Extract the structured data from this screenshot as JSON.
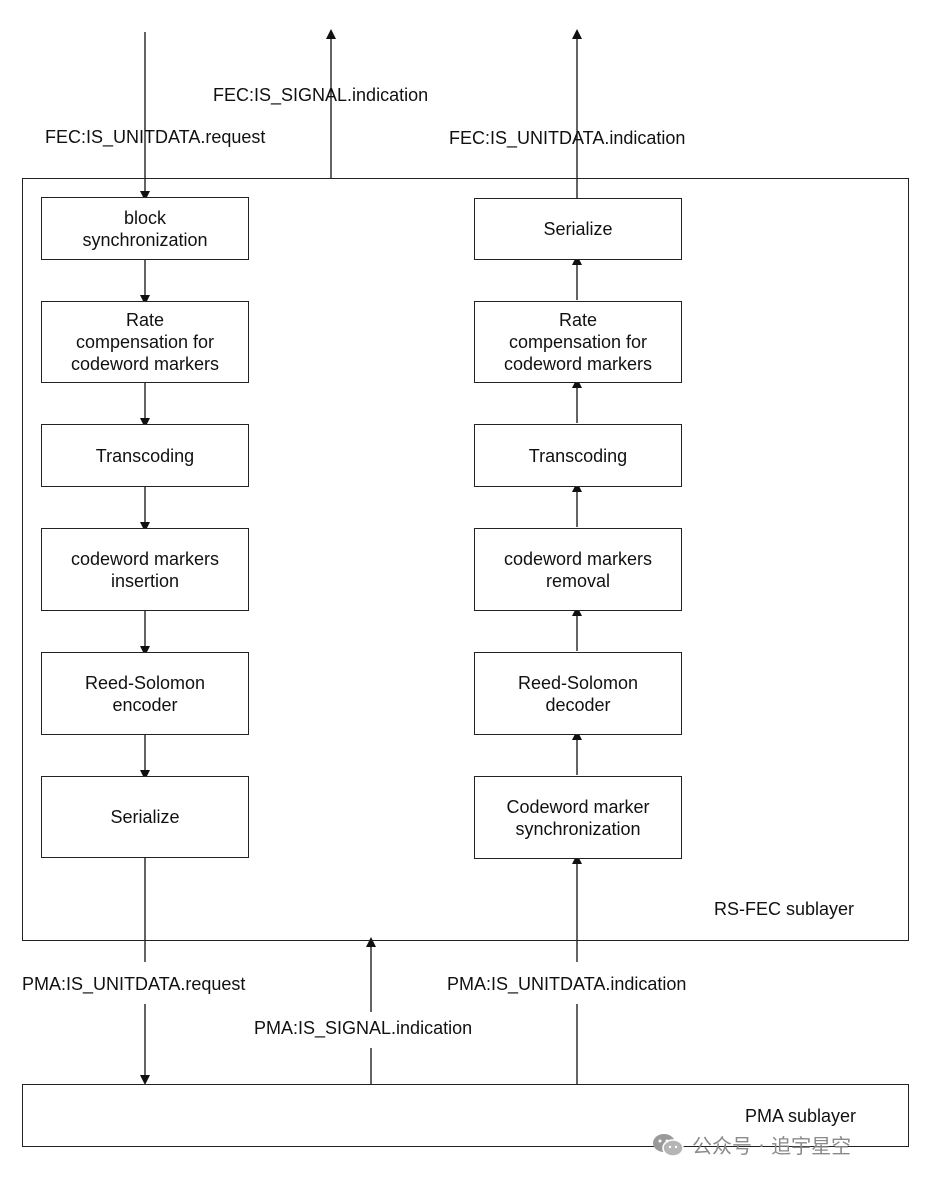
{
  "top_signals": {
    "fec_unitdata_request": "FEC:IS_UNITDATA.request",
    "fec_signal_indication": "FEC:IS_SIGNAL.indication",
    "fec_unitdata_indication": "FEC:IS_UNITDATA.indication"
  },
  "transmit_path": [
    "block\nsynchronization",
    "Rate\ncompensation for\ncodeword markers",
    "Transcoding",
    "codeword markers\ninsertion",
    "Reed-Solomon\nencoder",
    "Serialize"
  ],
  "receive_path": [
    "Serialize",
    "Rate\ncompensation for\ncodeword markers",
    "Transcoding",
    "codeword markers\nremoval",
    "Reed-Solomon\ndecoder",
    "Codeword marker\nsynchronization"
  ],
  "rs_fec_label": "RS-FEC sublayer",
  "bottom_signals": {
    "pma_unitdata_request": "PMA:IS_UNITDATA.request",
    "pma_signal_indication": "PMA:IS_SIGNAL.indication",
    "pma_unitdata_indication": "PMA:IS_UNITDATA.indication"
  },
  "pma_label": "PMA sublayer",
  "watermark": {
    "text": "公众号 · 追宇星空",
    "icon": "wechat-icon"
  }
}
